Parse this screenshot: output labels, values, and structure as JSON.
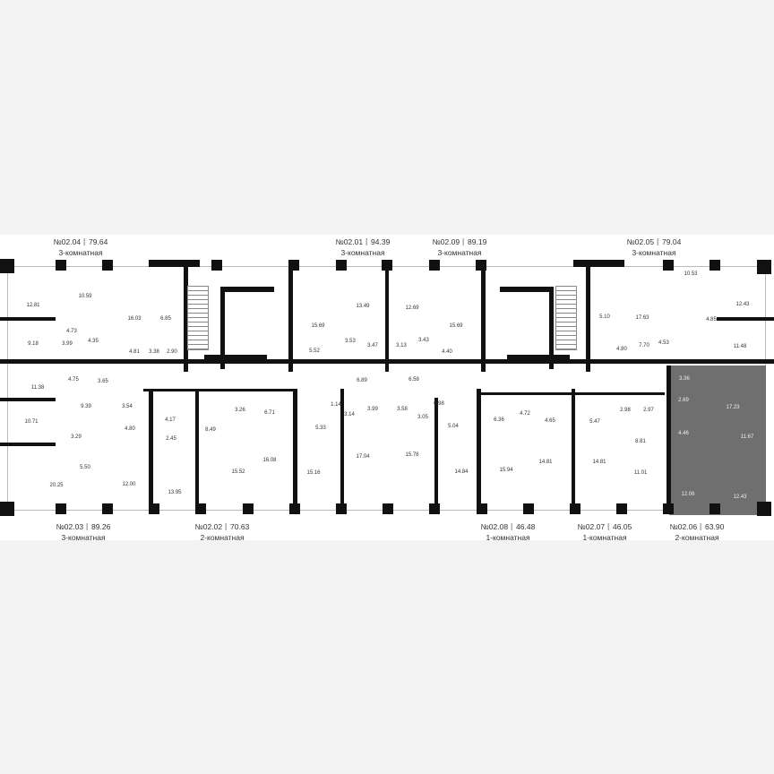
{
  "highlight_color": "#6f6f6f",
  "apartments": {
    "a0204": {
      "number": "№02.04",
      "area": "79.64",
      "type": "3-комнатная"
    },
    "a0201": {
      "number": "№02.01",
      "area": "94.39",
      "type": "3-комнатная"
    },
    "a0209": {
      "number": "№02.09",
      "area": "89.19",
      "type": "3-комнатная"
    },
    "a0205": {
      "number": "№02.05",
      "area": "79.04",
      "type": "3-комнатная"
    },
    "a0203": {
      "number": "№02.03",
      "area": "89.26",
      "type": "3-комнатная"
    },
    "a0202": {
      "number": "№02.02",
      "area": "70.63",
      "type": "2-комнатная"
    },
    "a0208": {
      "number": "№02.08",
      "area": "46.48",
      "type": "1-комнатная"
    },
    "a0207": {
      "number": "№02.07",
      "area": "46.05",
      "type": "1-комнатная"
    },
    "a0206": {
      "number": "№02.06",
      "area": "63.90",
      "type": "2-комнатная",
      "highlighted": true
    }
  },
  "rooms": [
    "12.81",
    "10.59",
    "4.73",
    "16.03",
    "6.85",
    "9.18",
    "3.99",
    "4.35",
    "4.81",
    "3.38",
    "2.90",
    "11.38",
    "4.75",
    "3.65",
    "9.39",
    "3.54",
    "10.71",
    "4.80",
    "3.29",
    "5.50",
    "20.25",
    "12.00",
    "4.17",
    "2.45",
    "8.49",
    "3.26",
    "6.71",
    "15.52",
    "13.95",
    "16.08",
    "13.49",
    "15.69",
    "3.53",
    "3.47",
    "5.52",
    "6.89",
    "1.14",
    "3.14",
    "3.99",
    "5.33",
    "15.16",
    "17.04",
    "12.69",
    "3.13",
    "3.43",
    "15.69",
    "4.40",
    "6.58",
    "3.58",
    "0.98",
    "3.05",
    "5.04",
    "15.78",
    "14.84",
    "6.36",
    "4.72",
    "4.65",
    "15.94",
    "5.47",
    "14.81",
    "14.81",
    "10.53",
    "12.43",
    "5.10",
    "17.63",
    "4.85",
    "4.80",
    "7.70",
    "4.53",
    "11.48",
    "3.36",
    "2.69",
    "2.98",
    "2.97",
    "17.23",
    "4.46",
    "8.81",
    "11.67",
    "11.01",
    "12.06",
    "12.43"
  ]
}
